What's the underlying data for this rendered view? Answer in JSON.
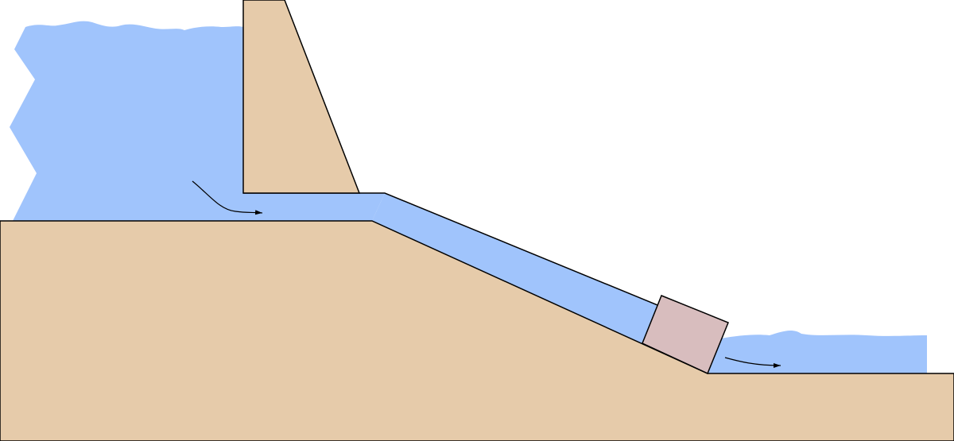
{
  "colors": {
    "water": "#a0c4fc",
    "ground": "#e6cbaa",
    "dam": "#e6cbaa",
    "turbine_house": "#d8bdbe",
    "outline": "#000000",
    "background": "#ffffff"
  },
  "elements": [
    "reservoir-water",
    "ground-terrain",
    "dam-wall",
    "penstock-channel",
    "powerhouse-block",
    "tailwater",
    "inflow-arrow",
    "outflow-arrow"
  ]
}
